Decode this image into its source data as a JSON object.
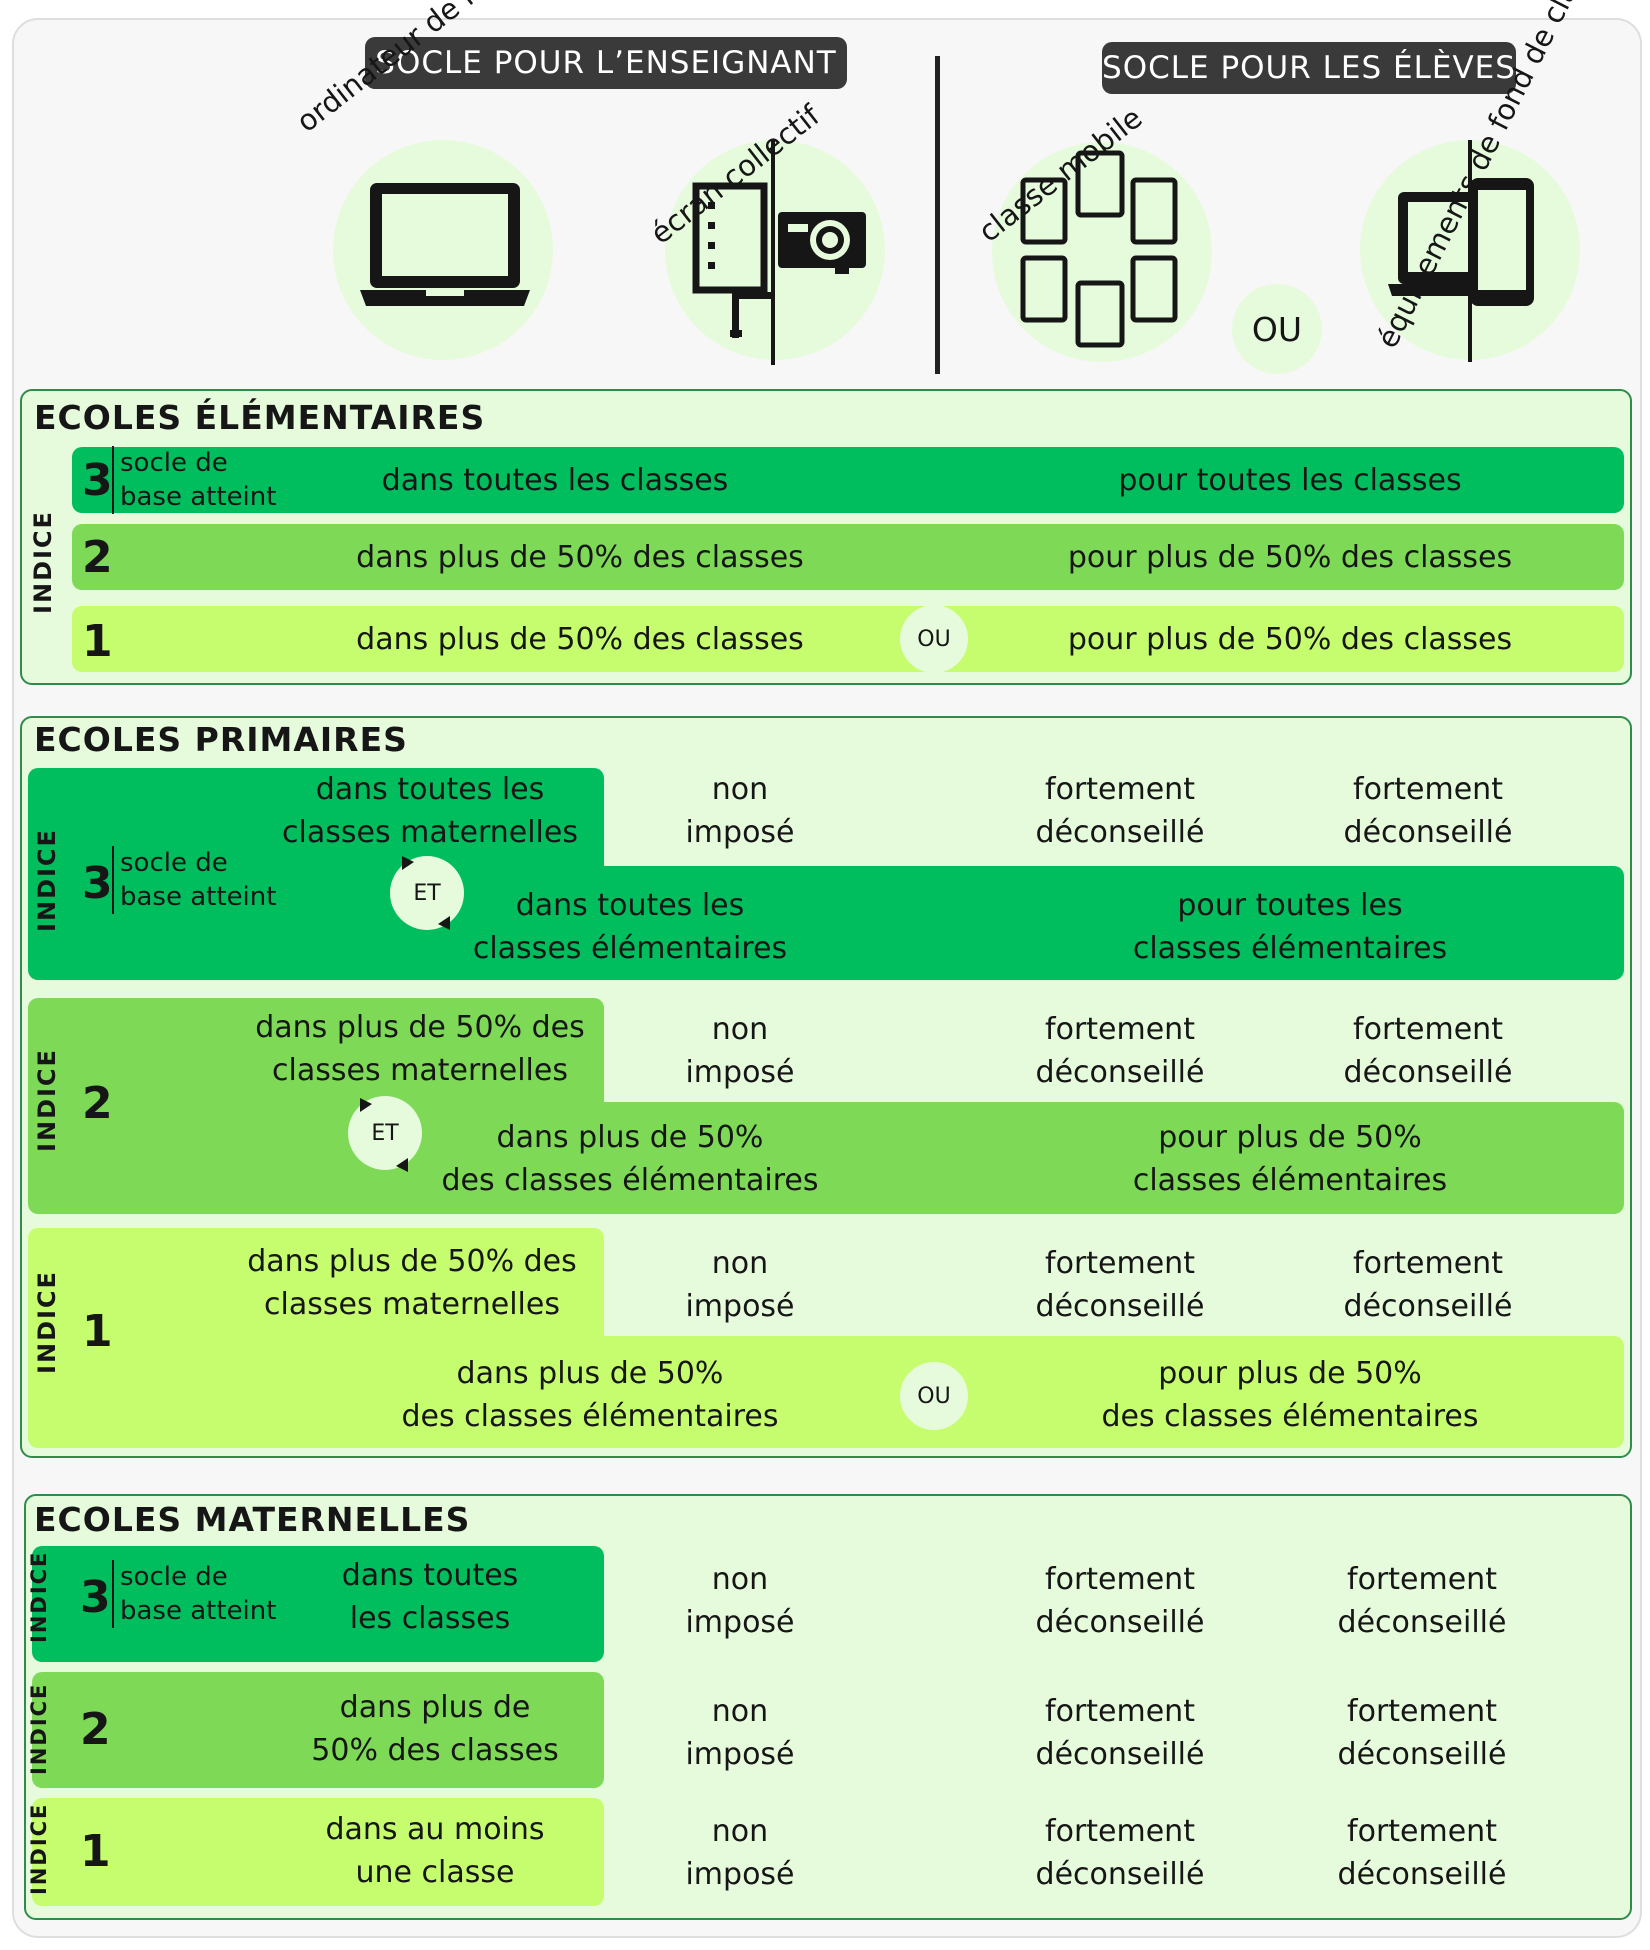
{
  "header": {
    "teacher_title": "SOCLE POUR L’ENSEIGNANT",
    "students_title": "SOCLE POUR LES ÉLÈVES",
    "teacher_items": [
      {
        "label": "ordinateur de la classe",
        "icon": "laptop-icon"
      },
      {
        "label": "écran collectif",
        "icon": "projector-icon"
      }
    ],
    "student_items": [
      {
        "label": "classe mobile",
        "icon": "tablets-icon"
      },
      {
        "label": "équipements de fond de classe",
        "icon": "laptop-tablet-icon"
      }
    ],
    "or_label": "OU"
  },
  "common": {
    "indice": "INDICE",
    "socle_line1": "socle de",
    "socle_line2": "base atteint",
    "et": "ET",
    "ou": "OU",
    "non": "non",
    "impose": "imposé",
    "fortement": "fortement",
    "deconseille": "déconseillé"
  },
  "elementaires": {
    "title": "ECOLES ÉLÉMENTAIRES",
    "rows": [
      {
        "level": "3",
        "teacher": "dans toutes les classes",
        "students": "pour toutes les classes"
      },
      {
        "level": "2",
        "teacher": "dans plus de 50% des classes",
        "students": "pour plus de 50% des classes"
      },
      {
        "level": "1",
        "teacher": "dans plus de 50% des classes",
        "students": "pour plus de 50% des classes"
      }
    ]
  },
  "primaires": {
    "title": "ECOLES PRIMAIRES",
    "rows": [
      {
        "level": "3",
        "mat_l1": "dans toutes les",
        "mat_l2": "classes maternelles",
        "elem_l1": "dans toutes les",
        "elem_l2": "classes élémentaires",
        "stu_l1": "pour toutes les",
        "stu_l2": "classes élémentaires"
      },
      {
        "level": "2",
        "mat_l1": "dans plus de 50% des",
        "mat_l2": "classes maternelles",
        "elem_l1": "dans plus de 50%",
        "elem_l2": "des classes élémentaires",
        "stu_l1": "pour plus de 50%",
        "stu_l2": "classes élémentaires"
      },
      {
        "level": "1",
        "mat_l1": "dans plus de 50% des",
        "mat_l2": "classes maternelles",
        "elem_l1": "dans plus de 50%",
        "elem_l2": "des classes élémentaires",
        "stu_l1": "pour plus de 50%",
        "stu_l2": "des classes élémentaires"
      }
    ]
  },
  "maternelles": {
    "title": "ECOLES MATERNELLES",
    "rows": [
      {
        "level": "3",
        "l1": "dans toutes",
        "l2": "les classes"
      },
      {
        "level": "2",
        "l1": "dans plus de",
        "l2": "50% des classes"
      },
      {
        "level": "1",
        "l1": "dans au moins",
        "l2": "une classe"
      }
    ]
  },
  "colors": {
    "indice3": "#00be5e",
    "indice2": "#7ed957",
    "indice1": "#c6fd6f",
    "section_bg": "#e6fbdc",
    "border": "#2f8c4a"
  }
}
